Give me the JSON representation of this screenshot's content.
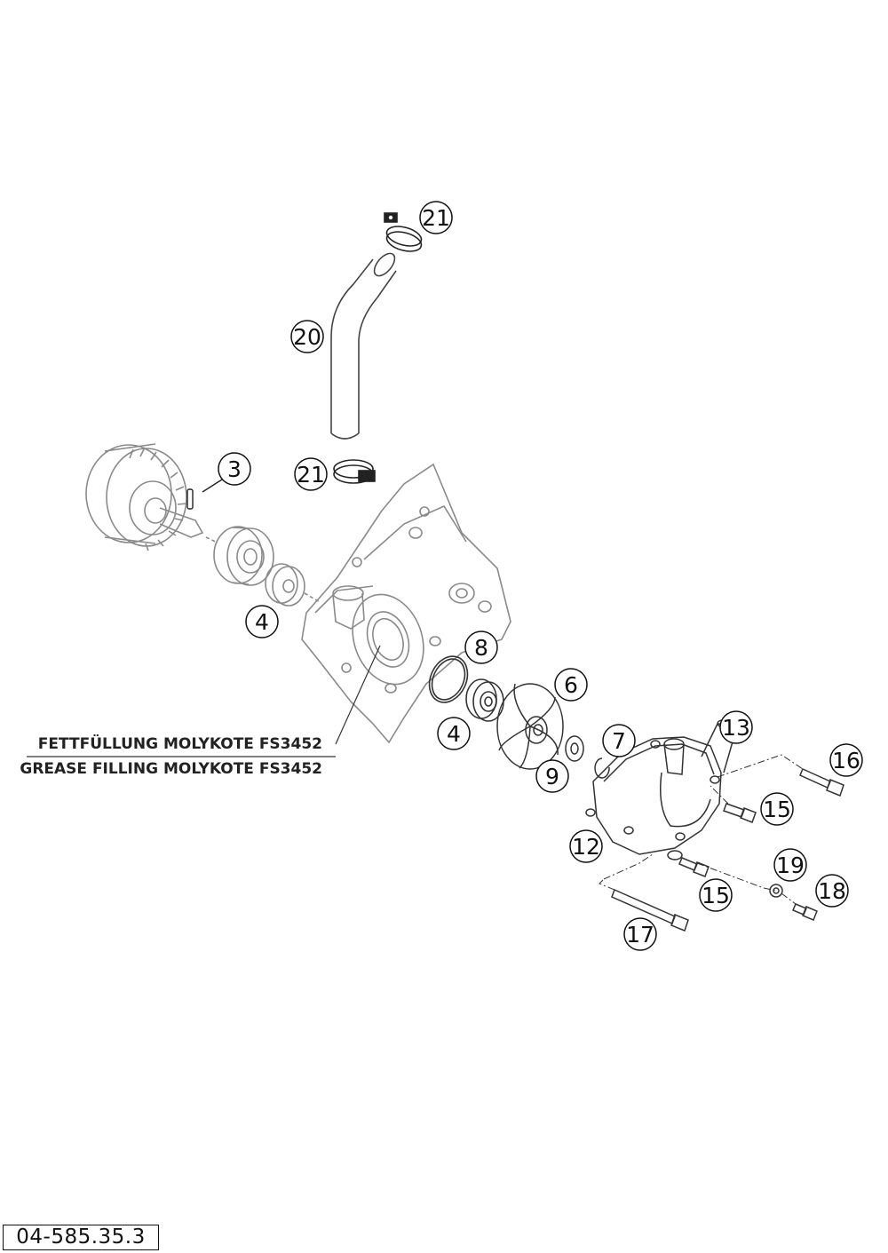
{
  "callouts": {
    "c21_top": "21",
    "c20": "20",
    "c21_bottom": "21",
    "c3": "3",
    "c4_left": "4",
    "c8": "8",
    "c6": "6",
    "c4_right": "4",
    "c7": "7",
    "c9": "9",
    "c13": "13",
    "c16": "16",
    "c15_top": "15",
    "c12": "12",
    "c19": "19",
    "c18": "18",
    "c15_bottom": "15",
    "c17": "17"
  },
  "note": {
    "german": "FETTFÜLLUNG MOLYKOTE FS3452",
    "english": "GREASE FILLING MOLYKOTE FS3452"
  },
  "drawing_number": "04-585.35.3"
}
